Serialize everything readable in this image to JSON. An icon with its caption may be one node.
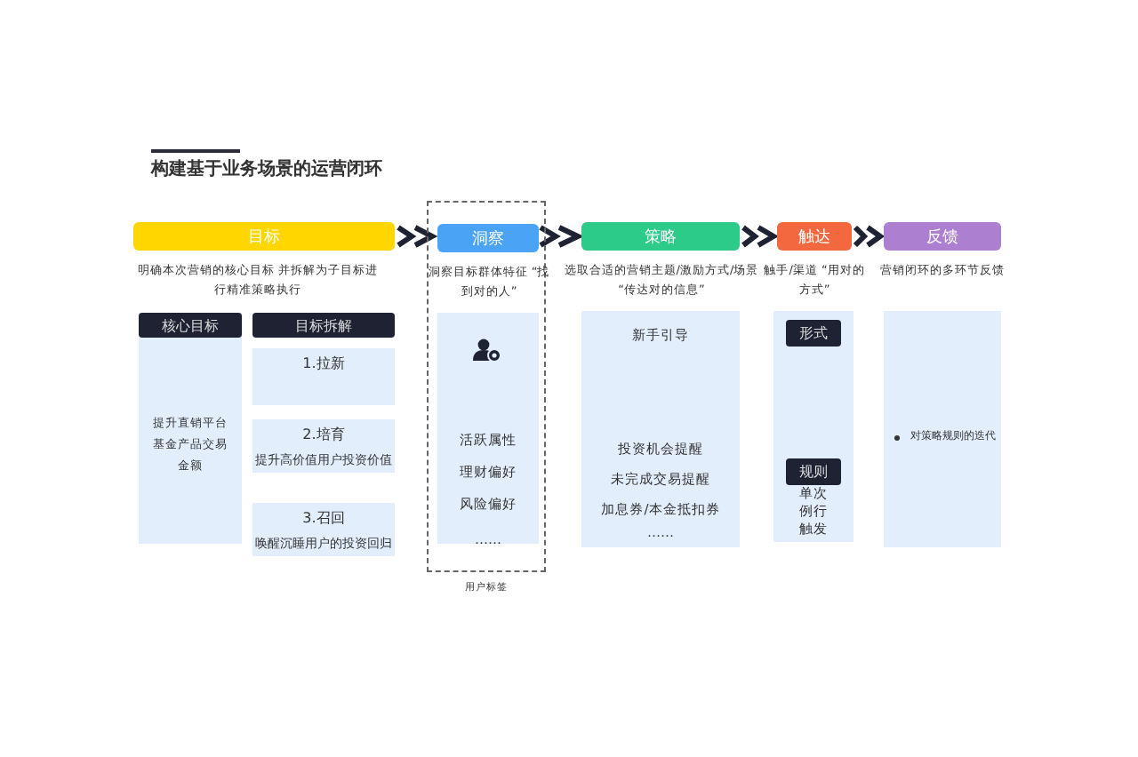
{
  "diagram": {
    "title": "构建基于业务场景的运营闭环",
    "nodes": [
      {
        "text": [
          "目标"
        ],
        "beside": [
          "明确本次营销的核心目标 并拆解为子目标进行精准策略执行"
        ]
      },
      {
        "text": [
          "核心目标",
          "提升直销平台基金产品交易金额"
        ]
      },
      {
        "text": [
          "目标拆解"
        ]
      },
      {
        "text": [
          "1.拉新"
        ]
      },
      {
        "text": [
          "2.培育",
          "提升高价值用户投资价值"
        ]
      },
      {
        "text": [
          "3.召回",
          "唤醒沉睡用户的投资回归"
        ]
      },
      {
        "text": [
          "洞察"
        ],
        "beside": [
          "洞察目标群体特征 “找到对的人”"
        ],
        "in": 7
      },
      {
        "text": [],
        "shape": "box",
        "beside": [
          "用户标签"
        ]
      },
      {
        "text": [
          "活跃属性",
          "理财偏好",
          "风险偏好",
          "……"
        ],
        "in": 7
      },
      {
        "text": [
          "策略"
        ],
        "beside": [
          "选取合适的营销主题/激励方式/场景 “传达对的信息”"
        ]
      },
      {
        "text": [
          "新手引导",
          "投资机会提醒",
          "未完成交易提醒",
          "加息券/本金抵扣券",
          "……"
        ]
      },
      {
        "text": [
          "触达"
        ],
        "beside": [
          "触手/渠道 “用对的方式”"
        ]
      },
      {
        "text": [
          "单次例行触发"
        ]
      },
      {
        "text": [
          "形式"
        ],
        "in": 12
      },
      {
        "text": [
          "规则"
        ],
        "in": 12
      },
      {
        "text": [
          "反馈"
        ],
        "beside": [
          "营销闭环的多环节反馈"
        ]
      },
      {
        "text": [
          "对策略规则的迭代"
        ]
      }
    ],
    "edges": [
      {
        "from": 0,
        "to": 6,
        "arrow": "to"
      },
      {
        "from": 6,
        "to": 9,
        "arrow": "to"
      },
      {
        "from": 9,
        "to": 11,
        "arrow": "to"
      },
      {
        "from": 11,
        "to": 15,
        "arrow": "to"
      }
    ]
  }
}
